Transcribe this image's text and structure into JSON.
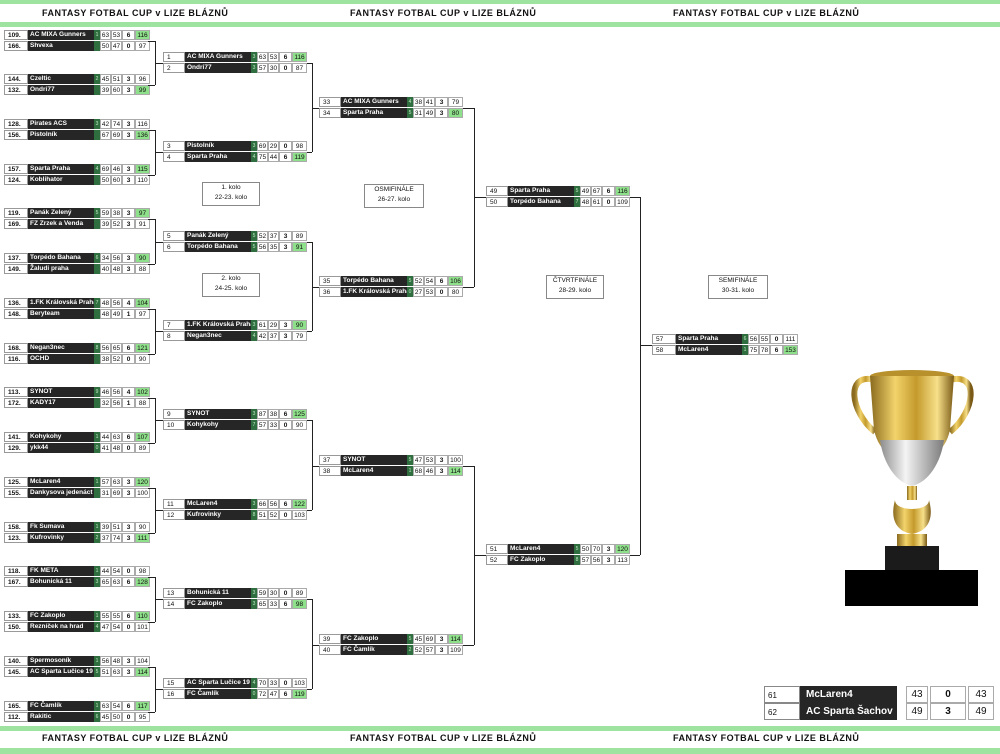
{
  "header": {
    "text": "FANTASY FOTBAL CUP   v   LIZE BLÁZNŮ"
  },
  "round_labels": [
    {
      "title": "1. kolo",
      "dates": "22-23. kolo"
    },
    {
      "title": "2. kolo",
      "dates": "24-25. kolo"
    },
    {
      "title": "OSMIFINÁLE",
      "dates": "26-27. kolo"
    },
    {
      "title": "ČTVRTFINÁLE",
      "dates": "28-29. kolo"
    },
    {
      "title": "SEMIFINÁLE",
      "dates": "30-31. kolo"
    }
  ],
  "matches": [
    {
      "rows": [
        {
          "num": "109.",
          "name": "AC MIXA Gunners",
          "seed": "1",
          "a": "63",
          "b": "53",
          "p": "6",
          "t": "116",
          "win": true
        },
        {
          "num": "166.",
          "name": "Shvexa",
          "seed": "",
          "a": "50",
          "b": "47",
          "p": "0",
          "t": "97",
          "win": false
        }
      ]
    },
    {
      "rows": [
        {
          "num": "144.",
          "name": "Czeltic",
          "seed": "2",
          "a": "45",
          "b": "51",
          "p": "3",
          "t": "96",
          "win": false
        },
        {
          "num": "132.",
          "name": "Ondri77",
          "seed": "",
          "a": "39",
          "b": "60",
          "p": "3",
          "t": "99",
          "win": true
        }
      ]
    },
    {
      "rows": [
        {
          "num": "128.",
          "name": "Pirates ACS",
          "seed": "3",
          "a": "42",
          "b": "74",
          "p": "3",
          "t": "116",
          "win": false
        },
        {
          "num": "156.",
          "name": "Pistolník",
          "seed": "",
          "a": "67",
          "b": "69",
          "p": "3",
          "t": "136",
          "win": true
        }
      ]
    },
    {
      "rows": [
        {
          "num": "157.",
          "name": "Sparta Praha",
          "seed": "4",
          "a": "69",
          "b": "46",
          "p": "3",
          "t": "115",
          "win": true
        },
        {
          "num": "124.",
          "name": "Koblihator",
          "seed": "",
          "a": "50",
          "b": "60",
          "p": "3",
          "t": "110",
          "win": false
        }
      ]
    },
    {
      "rows": [
        {
          "num": "119.",
          "name": "Panák Zelený",
          "seed": "5",
          "a": "59",
          "b": "38",
          "p": "3",
          "t": "97",
          "win": true
        },
        {
          "num": "169.",
          "name": "FZ Zrzek a Venda",
          "seed": "",
          "a": "39",
          "b": "52",
          "p": "3",
          "t": "91",
          "win": false
        }
      ]
    },
    {
      "rows": [
        {
          "num": "137.",
          "name": "Torpédo Bahana",
          "seed": "6",
          "a": "34",
          "b": "56",
          "p": "3",
          "t": "90",
          "win": true
        },
        {
          "num": "149.",
          "name": "Žaludi praha",
          "seed": "",
          "a": "40",
          "b": "48",
          "p": "3",
          "t": "88",
          "win": false
        }
      ]
    },
    {
      "rows": [
        {
          "num": "136.",
          "name": "1.FK Královská Praha",
          "seed": "7",
          "a": "48",
          "b": "56",
          "p": "4",
          "t": "104",
          "win": true
        },
        {
          "num": "148.",
          "name": "Beryteam",
          "seed": "",
          "a": "48",
          "b": "49",
          "p": "1",
          "t": "97",
          "win": false
        }
      ]
    },
    {
      "rows": [
        {
          "num": "168.",
          "name": "Negan3nec",
          "seed": "8",
          "a": "56",
          "b": "65",
          "p": "6",
          "t": "121",
          "win": true
        },
        {
          "num": "116.",
          "name": "OCHD",
          "seed": "",
          "a": "38",
          "b": "52",
          "p": "0",
          "t": "90",
          "win": false
        }
      ]
    },
    {
      "rows": [
        {
          "num": "113.",
          "name": "SYNOT",
          "seed": "9",
          "a": "46",
          "b": "56",
          "p": "4",
          "t": "102",
          "win": true
        },
        {
          "num": "172.",
          "name": "KADY17",
          "seed": "",
          "a": "32",
          "b": "56",
          "p": "1",
          "t": "88",
          "win": false
        }
      ]
    },
    {
      "rows": [
        {
          "num": "141.",
          "name": "Kohykohy",
          "seed": "1",
          "a": "44",
          "b": "63",
          "p": "6",
          "t": "107",
          "win": true
        },
        {
          "num": "129.",
          "name": "ykk44",
          "seed": "0",
          "a": "41",
          "b": "48",
          "p": "0",
          "t": "89",
          "win": false
        }
      ]
    },
    {
      "rows": [
        {
          "num": "125.",
          "name": "McLaren4",
          "seed": "1",
          "a": "57",
          "b": "63",
          "p": "3",
          "t": "120",
          "win": true
        },
        {
          "num": "155.",
          "name": "Dankysova jedenáct",
          "seed": "",
          "a": "31",
          "b": "69",
          "p": "3",
          "t": "100",
          "win": false
        }
      ]
    },
    {
      "rows": [
        {
          "num": "158.",
          "name": "Fk Sumava",
          "seed": "1",
          "a": "39",
          "b": "51",
          "p": "3",
          "t": "90",
          "win": false
        },
        {
          "num": "123.",
          "name": "Kufrovinky",
          "seed": "2",
          "a": "37",
          "b": "74",
          "p": "3",
          "t": "111",
          "win": true
        }
      ]
    },
    {
      "rows": [
        {
          "num": "118.",
          "name": "FK META",
          "seed": "1",
          "a": "44",
          "b": "54",
          "p": "0",
          "t": "98",
          "win": false
        },
        {
          "num": "167.",
          "name": "Bohunická 11",
          "seed": "3",
          "a": "65",
          "b": "63",
          "p": "6",
          "t": "128",
          "win": true
        }
      ]
    },
    {
      "rows": [
        {
          "num": "133.",
          "name": "FC Zakoplo",
          "seed": "1",
          "a": "55",
          "b": "55",
          "p": "6",
          "t": "110",
          "win": true
        },
        {
          "num": "150.",
          "name": "Rezníček na hrad",
          "seed": "4",
          "a": "47",
          "b": "54",
          "p": "0",
          "t": "101",
          "win": false
        }
      ]
    },
    {
      "rows": [
        {
          "num": "140.",
          "name": "Spermosoník",
          "seed": "1",
          "a": "56",
          "b": "48",
          "p": "3",
          "t": "104",
          "win": false
        },
        {
          "num": "145.",
          "name": "AC Sparta Lučice 19",
          "seed": "5",
          "a": "51",
          "b": "63",
          "p": "3",
          "t": "114",
          "win": true
        }
      ]
    },
    {
      "rows": [
        {
          "num": "165.",
          "name": "FC Čamlík",
          "seed": "1",
          "a": "63",
          "b": "54",
          "p": "6",
          "t": "117",
          "win": true
        },
        {
          "num": "112.",
          "name": "Rakitic",
          "seed": "6",
          "a": "45",
          "b": "50",
          "p": "0",
          "t": "95",
          "win": false
        }
      ]
    },
    {
      "rows": [
        {
          "num": "1",
          "name": "AC MIXA Gunners",
          "seed": "3",
          "a": "63",
          "b": "53",
          "p": "6",
          "t": "116",
          "win": true
        },
        {
          "num": "2",
          "name": "Ondri77",
          "seed": "3",
          "a": "57",
          "b": "30",
          "p": "0",
          "t": "87",
          "win": false
        }
      ]
    },
    {
      "rows": [
        {
          "num": "3",
          "name": "Pistolník",
          "seed": "3",
          "a": "69",
          "b": "29",
          "p": "0",
          "t": "98",
          "win": false
        },
        {
          "num": "4",
          "name": "Sparta Praha",
          "seed": "4",
          "a": "75",
          "b": "44",
          "p": "6",
          "t": "119",
          "win": true
        }
      ]
    },
    {
      "rows": [
        {
          "num": "5",
          "name": "Panák Zelený",
          "seed": "5",
          "a": "52",
          "b": "37",
          "p": "3",
          "t": "89",
          "win": false
        },
        {
          "num": "6",
          "name": "Torpédo Bahana",
          "seed": "5",
          "a": "56",
          "b": "35",
          "p": "3",
          "t": "91",
          "win": true
        }
      ]
    },
    {
      "rows": [
        {
          "num": "7",
          "name": "1.FK Královská Praha",
          "seed": "3",
          "a": "61",
          "b": "29",
          "p": "3",
          "t": "90",
          "win": true
        },
        {
          "num": "8",
          "name": "Negan3nec",
          "seed": "4",
          "a": "42",
          "b": "37",
          "p": "3",
          "t": "79",
          "win": false
        }
      ]
    },
    {
      "rows": [
        {
          "num": "9",
          "name": "SYNOT",
          "seed": "3",
          "a": "87",
          "b": "38",
          "p": "6",
          "t": "125",
          "win": true
        },
        {
          "num": "10",
          "name": "Kohykohy",
          "seed": "7",
          "a": "57",
          "b": "33",
          "p": "0",
          "t": "90",
          "win": false
        }
      ]
    },
    {
      "rows": [
        {
          "num": "11",
          "name": "McLaren4",
          "seed": "3",
          "a": "66",
          "b": "56",
          "p": "6",
          "t": "122",
          "win": true
        },
        {
          "num": "12",
          "name": "Kufrovinky",
          "seed": "8",
          "a": "51",
          "b": "52",
          "p": "0",
          "t": "103",
          "win": false
        }
      ]
    },
    {
      "rows": [
        {
          "num": "13",
          "name": "Bohunická 11",
          "seed": "3",
          "a": "59",
          "b": "30",
          "p": "0",
          "t": "89",
          "win": false
        },
        {
          "num": "14",
          "name": "FC Zakoplo",
          "seed": "3",
          "a": "65",
          "b": "33",
          "p": "6",
          "t": "98",
          "win": true
        }
      ]
    },
    {
      "rows": [
        {
          "num": "15",
          "name": "AC Sparta Lučice 19",
          "seed": "4",
          "a": "70",
          "b": "33",
          "p": "0",
          "t": "103",
          "win": false
        },
        {
          "num": "16",
          "name": "FC Čamlík",
          "seed": "0",
          "a": "72",
          "b": "47",
          "p": "6",
          "t": "119",
          "win": true
        }
      ]
    },
    {
      "rows": [
        {
          "num": "33",
          "name": "AC MIXA Gunners",
          "seed": "4",
          "a": "38",
          "b": "41",
          "p": "3",
          "t": "79",
          "win": false
        },
        {
          "num": "34",
          "name": "Sparta Praha",
          "seed": "5",
          "a": "31",
          "b": "49",
          "p": "3",
          "t": "80",
          "win": true
        }
      ]
    },
    {
      "rows": [
        {
          "num": "35",
          "name": "Torpédo Bahana",
          "seed": "5",
          "a": "52",
          "b": "54",
          "p": "6",
          "t": "106",
          "win": true
        },
        {
          "num": "36",
          "name": "1.FK Královská Praha",
          "seed": "0",
          "a": "27",
          "b": "53",
          "p": "0",
          "t": "80",
          "win": false
        }
      ]
    },
    {
      "rows": [
        {
          "num": "37",
          "name": "SYNOT",
          "seed": "5",
          "a": "47",
          "b": "53",
          "p": "3",
          "t": "100",
          "win": false
        },
        {
          "num": "38",
          "name": "McLaren4",
          "seed": "1",
          "a": "68",
          "b": "46",
          "p": "3",
          "t": "114",
          "win": true
        }
      ]
    },
    {
      "rows": [
        {
          "num": "39",
          "name": "FC Zakoplo",
          "seed": "5",
          "a": "45",
          "b": "69",
          "p": "3",
          "t": "114",
          "win": true
        },
        {
          "num": "40",
          "name": "FC Čamlík",
          "seed": "2",
          "a": "52",
          "b": "57",
          "p": "3",
          "t": "109",
          "win": false
        }
      ]
    },
    {
      "rows": [
        {
          "num": "49",
          "name": "Sparta Praha",
          "seed": "5",
          "a": "49",
          "b": "67",
          "p": "6",
          "t": "116",
          "win": true
        },
        {
          "num": "50",
          "name": "Torpédo Bahana",
          "seed": "7",
          "a": "48",
          "b": "61",
          "p": "0",
          "t": "109",
          "win": false
        }
      ]
    },
    {
      "rows": [
        {
          "num": "51",
          "name": "McLaren4",
          "seed": "5",
          "a": "50",
          "b": "70",
          "p": "3",
          "t": "120",
          "win": true
        },
        {
          "num": "52",
          "name": "FC Zakoplo",
          "seed": "8",
          "a": "57",
          "b": "56",
          "p": "3",
          "t": "113",
          "win": false
        }
      ]
    },
    {
      "rows": [
        {
          "num": "57",
          "name": "Sparta Praha",
          "seed": "6",
          "a": "56",
          "b": "55",
          "p": "0",
          "t": "111",
          "win": false
        },
        {
          "num": "58",
          "name": "McLaren4",
          "seed": "1",
          "a": "75",
          "b": "78",
          "p": "6",
          "t": "153",
          "win": true
        }
      ]
    }
  ],
  "final": {
    "rows": [
      {
        "num": "61",
        "name": "McLaren4",
        "a": "43",
        "p": "0",
        "t": "43"
      },
      {
        "num": "62",
        "name": "AC Sparta Šachov",
        "a": "49",
        "p": "3",
        "t": "49"
      }
    ]
  },
  "icons": {
    "trophy": "trophy-icon"
  },
  "colors": {
    "win": "#8fe08a",
    "band": "#9fe3a0",
    "name_bg": "#262626"
  }
}
